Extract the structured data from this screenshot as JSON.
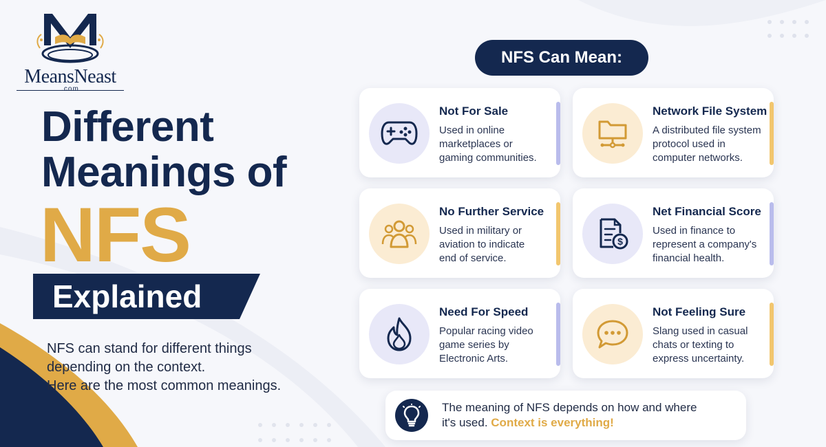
{
  "brand": {
    "name": "MeansNeast",
    "domain": ".com"
  },
  "heading": {
    "line1": "Different",
    "line2": "Meanings of",
    "acronym": "NFS",
    "ribbon": "Explained"
  },
  "intro": [
    "NFS can stand for different things",
    "depending on the context.",
    "Here are the most common meanings."
  ],
  "section_label": "NFS Can Mean:",
  "meanings": [
    {
      "title": "Not For Sale",
      "desc": [
        "Used in online",
        "marketplaces or",
        "gaming communities."
      ],
      "icon": "gamepad-icon"
    },
    {
      "title": "Network File System",
      "desc": [
        "A distributed file system",
        "protocol used in",
        "computer networks."
      ],
      "icon": "network-folder-icon"
    },
    {
      "title": "No Further Service",
      "desc": [
        "Used in military or",
        "aviation to indicate",
        "end of service."
      ],
      "icon": "people-group-icon"
    },
    {
      "title": "Net Financial Score",
      "desc": [
        "Used in finance to",
        "represent a company's",
        "financial health."
      ],
      "icon": "finance-document-icon"
    },
    {
      "title": "Need For Speed",
      "desc": [
        "Popular racing video",
        "game series by",
        "Electronic Arts."
      ],
      "icon": "flame-icon"
    },
    {
      "title": "Not Feeling Sure",
      "desc": [
        "Slang used in casual",
        "chats or texting to",
        "express uncertainty."
      ],
      "icon": "chat-bubble-icon"
    }
  ],
  "note": {
    "line1": "The meaning of NFS depends on how and where",
    "line2_prefix": "it's used. ",
    "line2_highlight": "Context is everything!",
    "icon": "lightbulb-icon"
  },
  "colors": {
    "navy": "#14284f",
    "gold": "#e0aa47",
    "lavender": "#b9bcec",
    "cream": "#f7d7a0"
  }
}
